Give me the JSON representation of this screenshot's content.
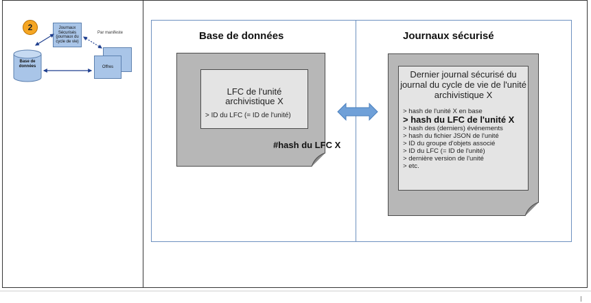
{
  "thumbnail": {
    "badge": "2",
    "journaux_label": "Journaux Sécurisés (journaux du cycle de vie)",
    "offres_label": "Offres",
    "note_label": "Par manifeste",
    "database_label": "Base de données"
  },
  "left_panel": {
    "title": "Base de données",
    "lfc_title": "LFC de l'unité archivistique X",
    "lfc_id": "> ID du LFC (= ID de l'unité)",
    "hash_prefix": "#",
    "hash_label": "hash du LFC X"
  },
  "right_panel": {
    "title": "Journaux sécurisé",
    "note_title": "Dernier journal sécurisé du journal du cycle de vie de l'unité archivistique X",
    "items": [
      "> hash de l'unité X en base",
      "> hash du LFC de l'unité X",
      "> hash des (derniers) événements",
      "> hash du fichier JSON de l'unité",
      "> ID du groupe d'objets associé",
      "> ID du LFC (= ID de l'unité)",
      "> dernière version de l'unité",
      "> etc."
    ]
  },
  "colors": {
    "accent_arrow": "#6fa0d8",
    "frame_border": "#6b8fbf",
    "note_dark": "#b7b7b7",
    "note_light": "#e4e4e4",
    "badge": "#f5a623",
    "thumbnail_box": "#a9c5e8"
  }
}
